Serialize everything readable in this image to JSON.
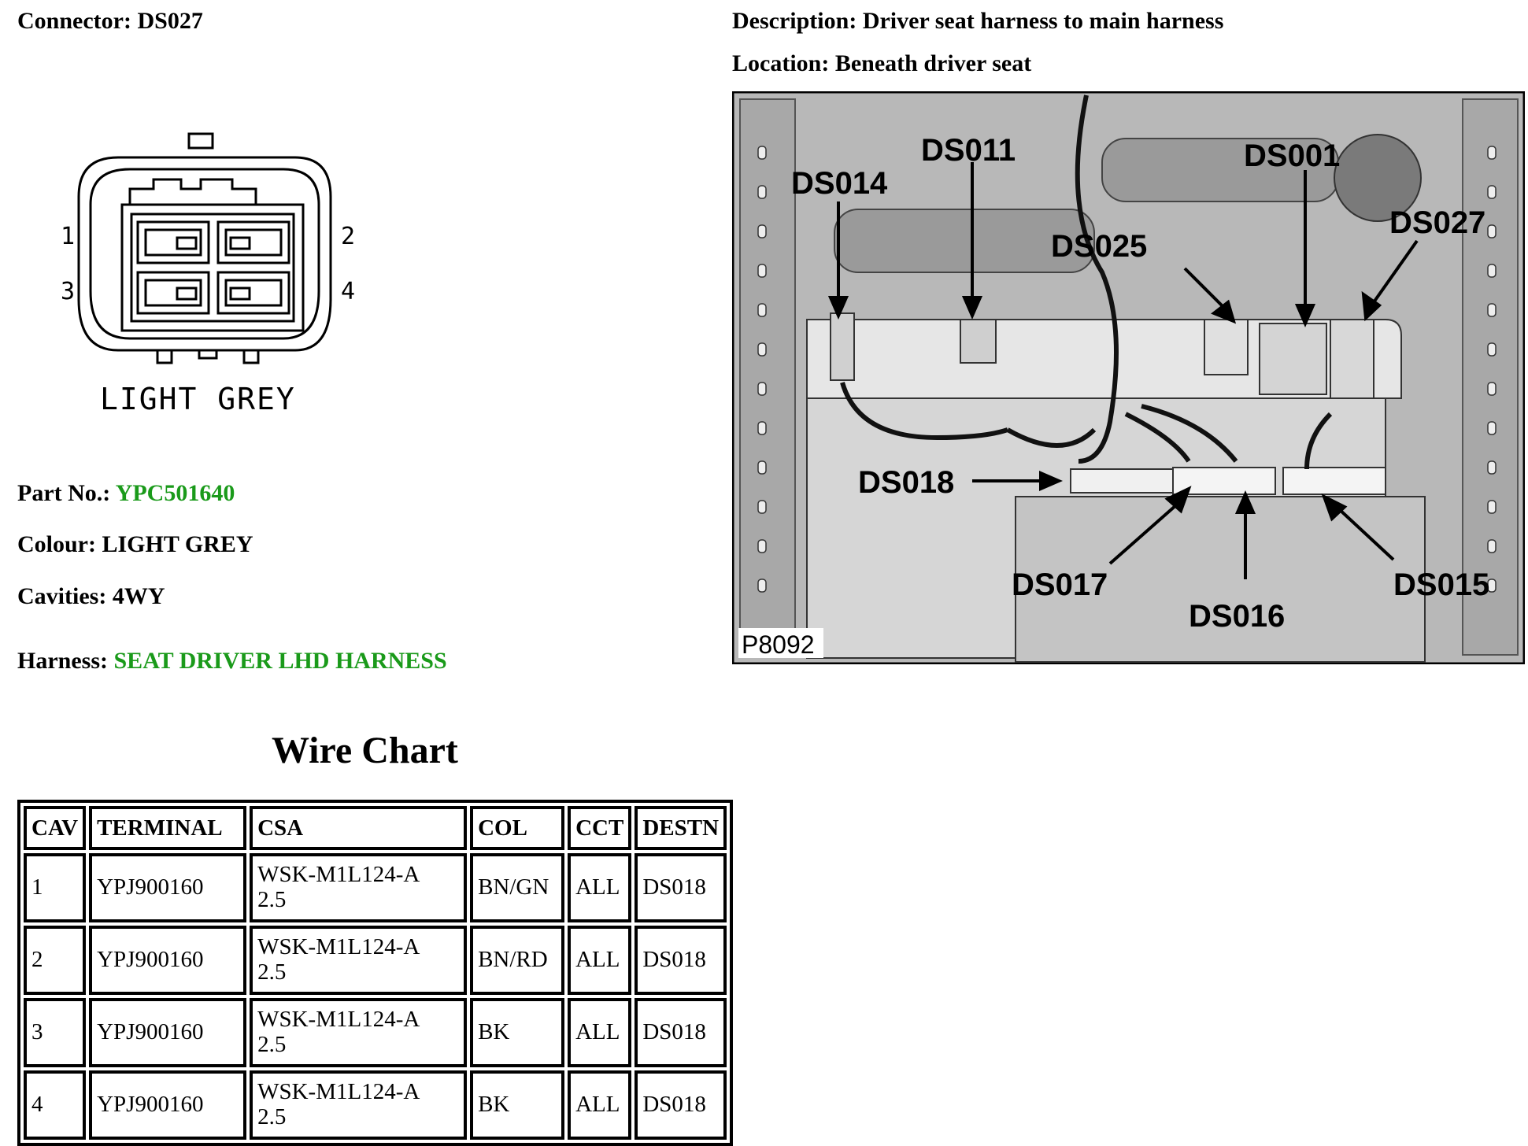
{
  "header": {
    "connector_label": "Connector:",
    "connector_value": "DS027",
    "description_label": "Description:",
    "description_value": "Driver seat harness to main harness",
    "location_label": "Location:",
    "location_value": "Beneath driver seat"
  },
  "diagram": {
    "pin_1": "1",
    "pin_2": "2",
    "pin_3": "3",
    "pin_4": "4",
    "colour_caption": "LIGHT GREY"
  },
  "details": {
    "part_no_label": "Part No.:",
    "part_no_value": "YPC501640",
    "colour_label": "Colour:",
    "colour_value": "LIGHT GREY",
    "cavities_label": "Cavities:",
    "cavities_value": "4WY",
    "harness_label": "Harness:",
    "harness_value": "SEAT DRIVER LHD HARNESS",
    "link_color": "#1a9a1a"
  },
  "photo": {
    "callouts": [
      "DS011",
      "DS001",
      "DS014",
      "DS025",
      "DS027",
      "DS018",
      "DS017",
      "DS016",
      "DS015"
    ],
    "figure_ref": "P8092"
  },
  "wire_chart": {
    "title": "Wire Chart",
    "columns": [
      "CAV",
      "TERMINAL",
      "CSA",
      "COL",
      "CCT",
      "DESTN"
    ],
    "rows": [
      {
        "cav": "1",
        "terminal": "YPJ900160",
        "csa_1": "WSK-M1L124-A",
        "csa_2": "2.5",
        "col": "BN/GN",
        "cct": "ALL",
        "destn": "DS018"
      },
      {
        "cav": "2",
        "terminal": "YPJ900160",
        "csa_1": "WSK-M1L124-A",
        "csa_2": "2.5",
        "col": "BN/RD",
        "cct": "ALL",
        "destn": "DS018"
      },
      {
        "cav": "3",
        "terminal": "YPJ900160",
        "csa_1": "WSK-M1L124-A",
        "csa_2": "2.5",
        "col": "BK",
        "cct": "ALL",
        "destn": "DS018"
      },
      {
        "cav": "4",
        "terminal": "YPJ900160",
        "csa_1": "WSK-M1L124-A",
        "csa_2": "2.5",
        "col": "BK",
        "cct": "ALL",
        "destn": "DS018"
      }
    ]
  }
}
